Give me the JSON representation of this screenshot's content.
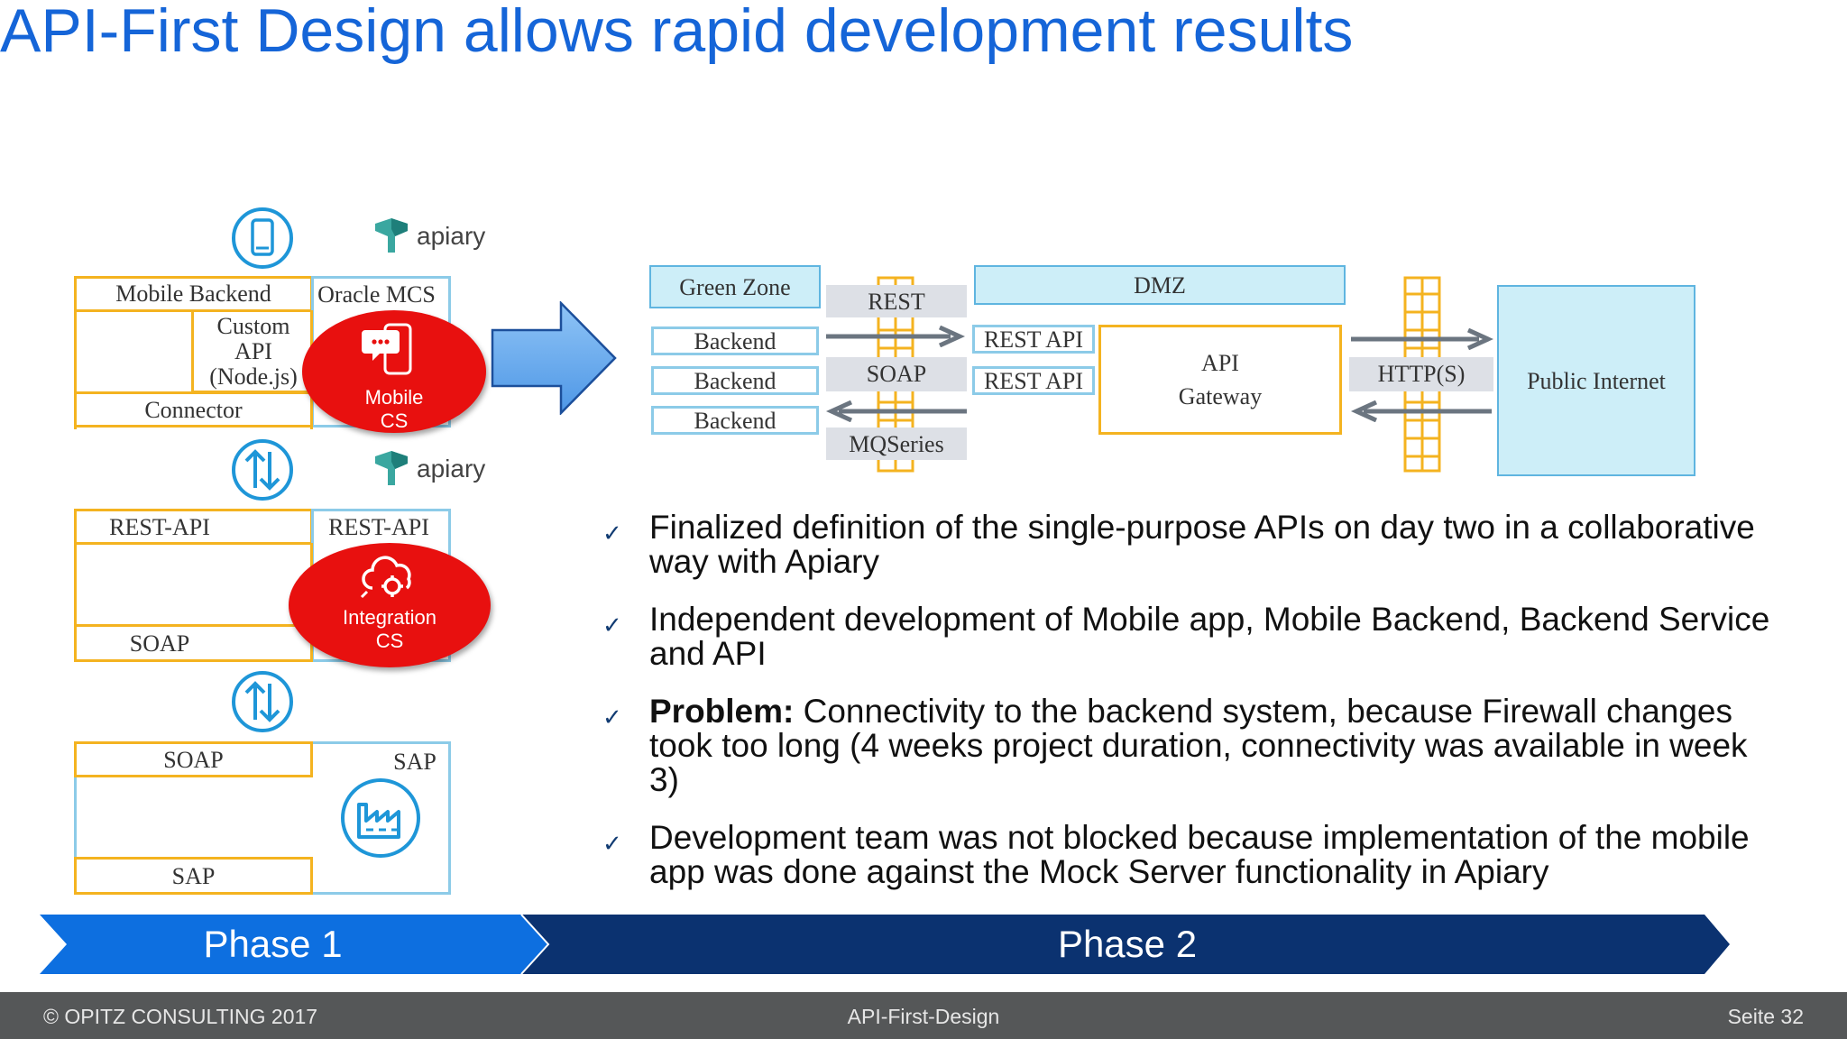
{
  "slide": {
    "title": "API-First Design allows rapid development results"
  },
  "left_diagram": {
    "apiary_label": "apiary",
    "stack1": {
      "mobile_backend": "Mobile Backend",
      "oracle_mcs": "Oracle MCS",
      "custom_api": "Custom API (Node.js)",
      "connector": "Connector",
      "badge_line1": "Mobile",
      "badge_line2": "CS"
    },
    "stack2": {
      "rest_api_left": "REST-API",
      "rest_api_right": "REST-API",
      "soap": "SOAP",
      "badge_line1": "Integration",
      "badge_line2": "CS"
    },
    "stack3": {
      "soap": "SOAP",
      "sap_right": "SAP",
      "sap_bottom": "SAP"
    }
  },
  "right_diagram": {
    "green_zone": "Green Zone",
    "backends": [
      "Backend",
      "Backend",
      "Backend"
    ],
    "rest": "REST",
    "soap": "SOAP",
    "mqseries": "MQSeries",
    "dmz": "DMZ",
    "rest_api_1": "REST API",
    "rest_api_2": "REST API",
    "gateway_line1": "API",
    "gateway_line2": "Gateway",
    "https": "HTTP(S)",
    "public_internet": "Public Internet"
  },
  "bullets": [
    {
      "bold": "",
      "text": "Finalized definition of the single-purpose APIs on day two in a collaborative way with Apiary"
    },
    {
      "bold": "",
      "text": "Independent development of Mobile app, Mobile Backend, Backend Service and API"
    },
    {
      "bold": "Problem:",
      "text": " Connectivity to the backend system, because Firewall changes took too long (4 weeks project duration, connectivity was available in week 3)"
    },
    {
      "bold": "",
      "text": "Development team was not blocked because implementation of the mobile app was done against the Mock Server functionality in Apiary"
    }
  ],
  "bullet_mark": "✓",
  "phases": {
    "phase1": "Phase 1",
    "phase2": "Phase 2"
  },
  "footer": {
    "copyright": "© OPITZ CONSULTING 2017",
    "topic": "API-First-Design",
    "page": "Seite 32"
  },
  "colors": {
    "title_blue": "#1565d8",
    "phase1_blue": "#0d6fe0",
    "phase2_navy": "#0b3270",
    "oracle_red": "#e8100f",
    "box_orange": "#f4b320",
    "zone_cyan": "#cdeef8",
    "footer_gray": "#555758"
  }
}
